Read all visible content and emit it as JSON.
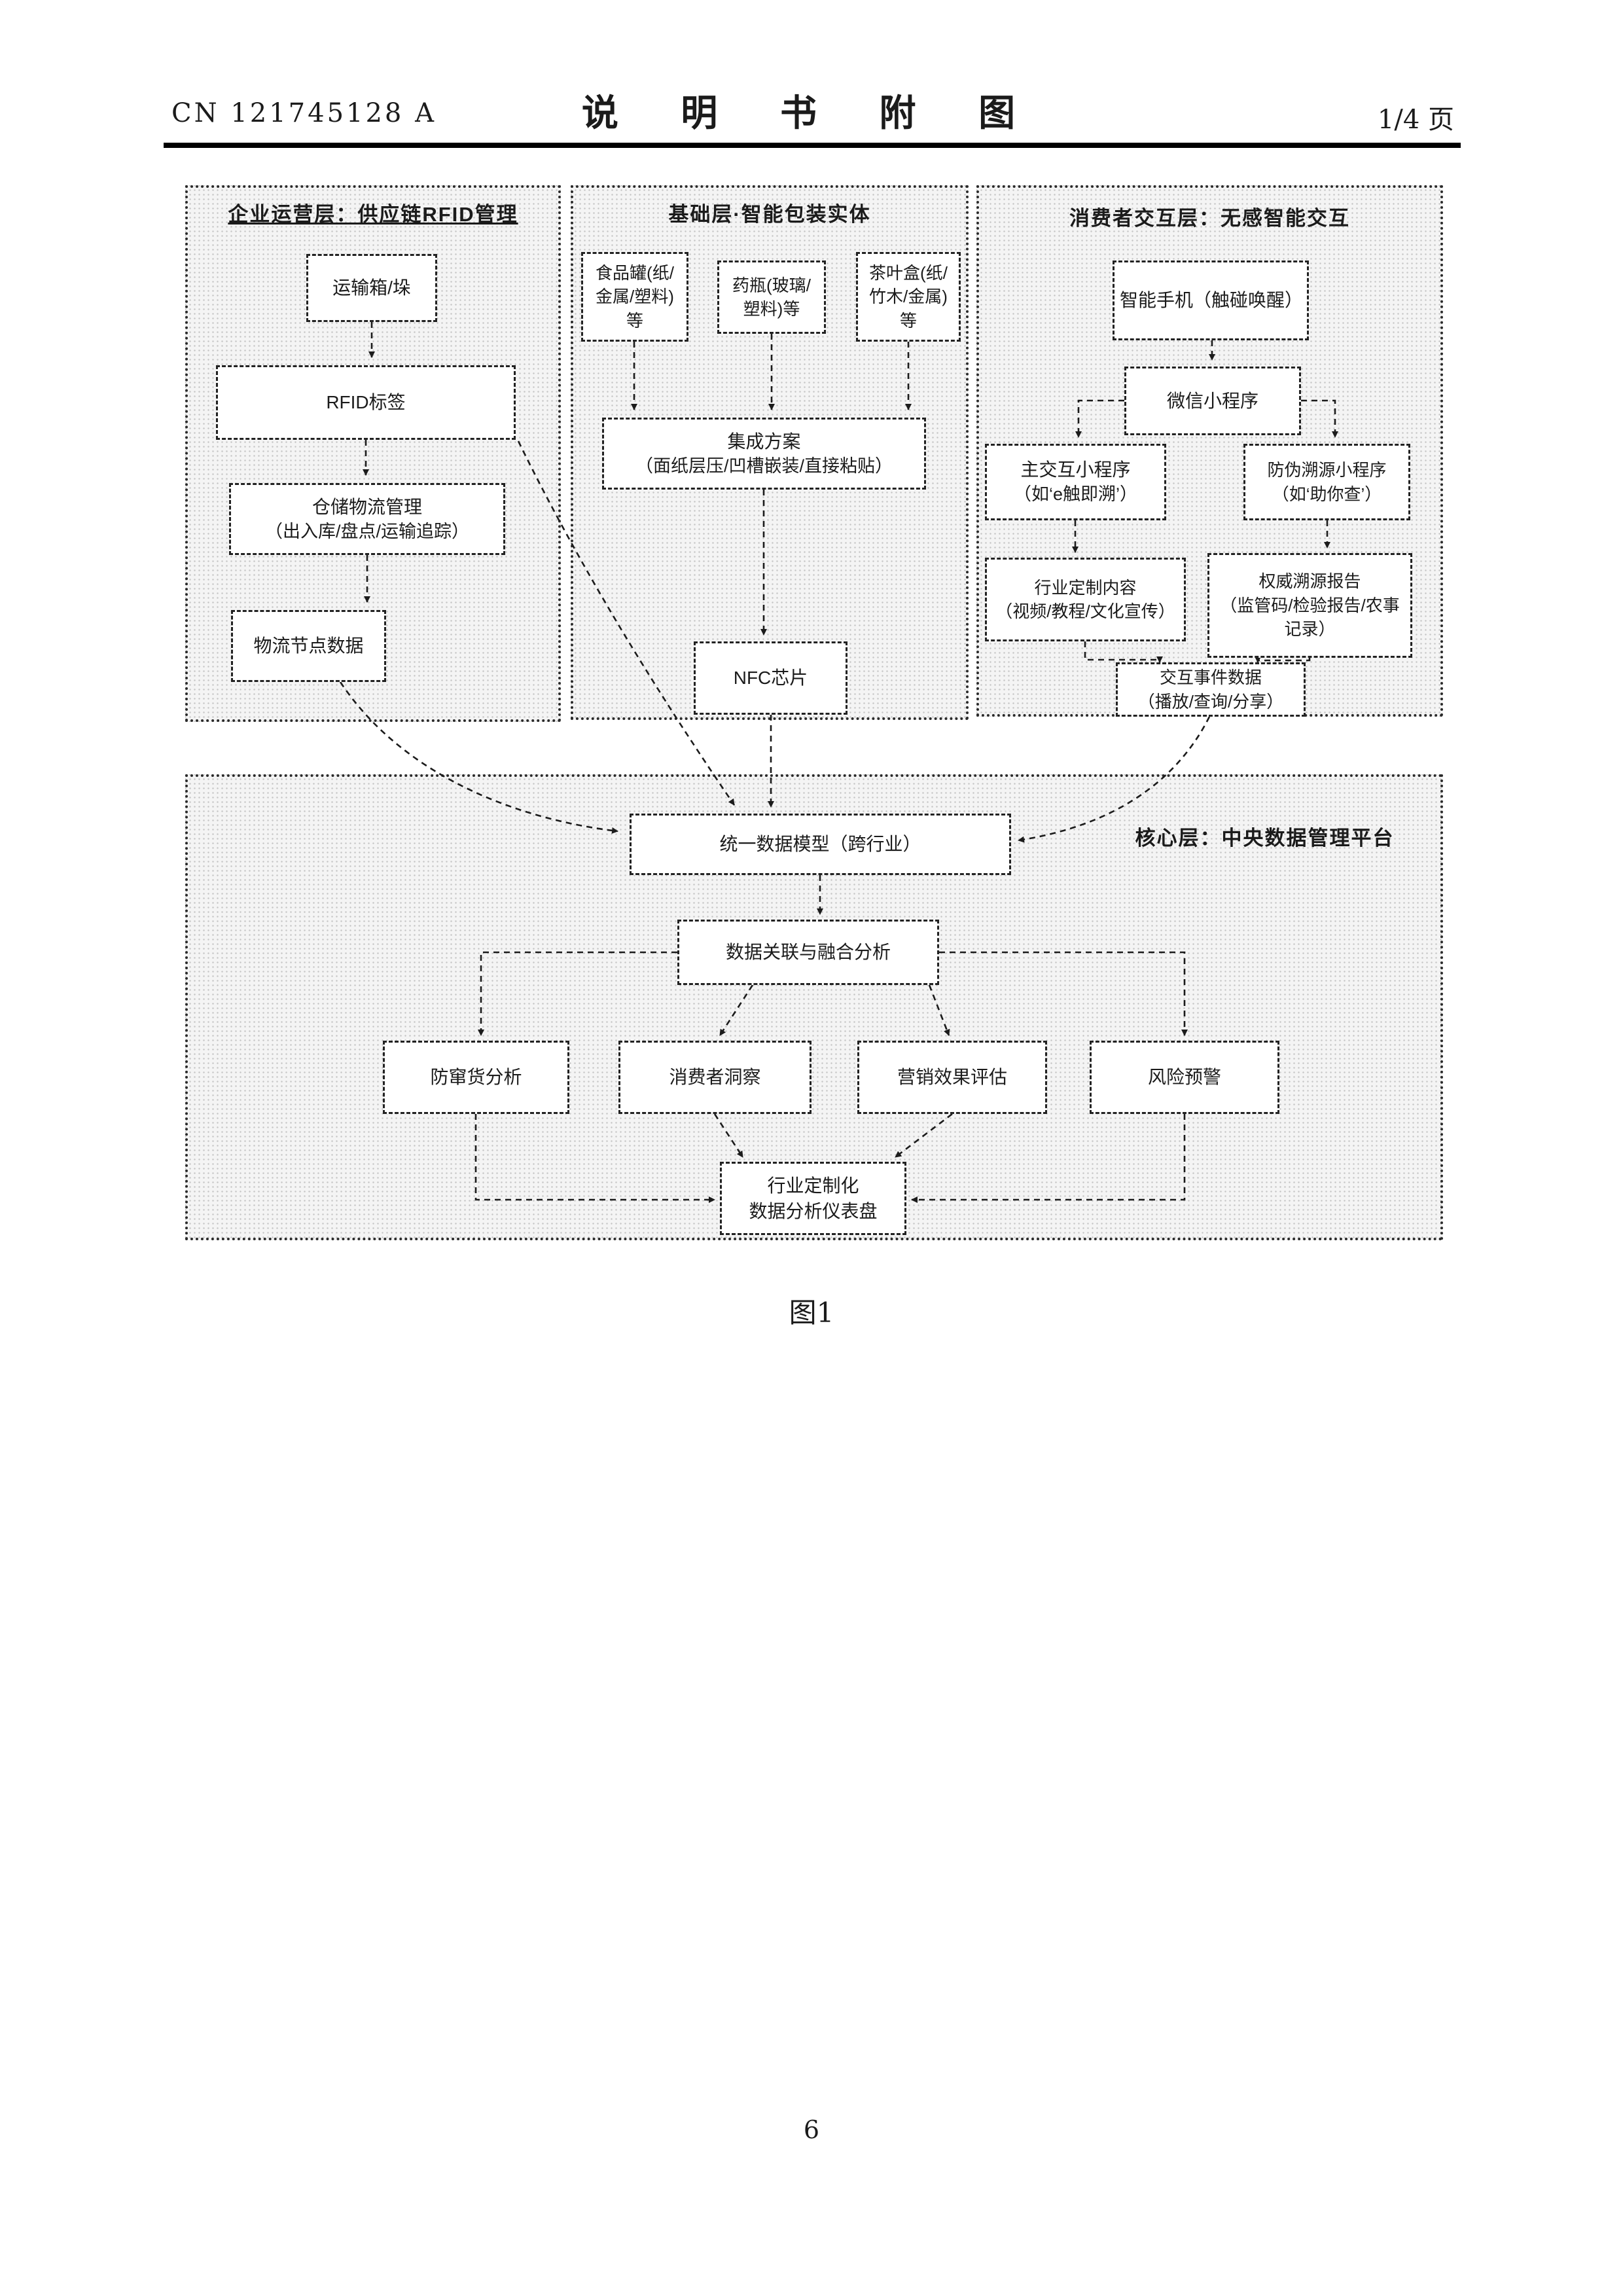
{
  "page": {
    "publication_number": "CN 121745128 A",
    "header_title": "说 明 书 附 图",
    "page_indicator": "1/4 页",
    "figure_caption": "图1",
    "page_number": "6"
  },
  "panels": {
    "enterprise": {
      "title": "企业运营层：供应链RFID管理",
      "boxes": {
        "transport": "运输箱/垛",
        "rfid_tag": "RFID标签",
        "warehouse_line1": "仓储物流管理",
        "warehouse_line2": "（出入库/盘点/运输追踪）",
        "logistics_data": "物流节点数据"
      }
    },
    "base": {
      "title": "基础层·智能包装实体",
      "boxes": {
        "food_can": "食品罐(纸/金属/塑料)等",
        "medicine_bottle": "药瓶(玻璃/塑料)等",
        "tea_box": "茶叶盒(纸/竹木/金属)等",
        "integration_line1": "集成方案",
        "integration_line2": "（面纸层压/凹槽嵌装/直接粘贴）",
        "nfc_chip": "NFC芯片"
      }
    },
    "consumer": {
      "title": "消费者交互层：无感智能交互",
      "boxes": {
        "smartphone": "智能手机（触碰唤醒）",
        "wechat": "微信小程序",
        "main_mini_line1": "主交互小程序",
        "main_mini_line2": "（如‘e触即溯’）",
        "anti_fake_line1": "防伪溯源小程序",
        "anti_fake_line2": "（如‘助你查’）",
        "content_line1": "行业定制内容",
        "content_line2": "（视频/教程/文化宣传）",
        "report_line1": "权威溯源报告",
        "report_line2": "（监管码/检验报告/农事记录）",
        "events_line1": "交互事件数据",
        "events_line2": "（播放/查询/分享）"
      }
    },
    "core": {
      "title": "核心层：中央数据管理平台",
      "boxes": {
        "unified_model": "统一数据模型（跨行业）",
        "fusion": "数据关联与融合分析",
        "anti_diversion": "防窜货分析",
        "consumer_insight": "消费者洞察",
        "marketing_eval": "营销效果评估",
        "risk_warning": "风险预警",
        "dashboard_line1": "行业定制化",
        "dashboard_line2": "数据分析仪表盘"
      }
    }
  }
}
